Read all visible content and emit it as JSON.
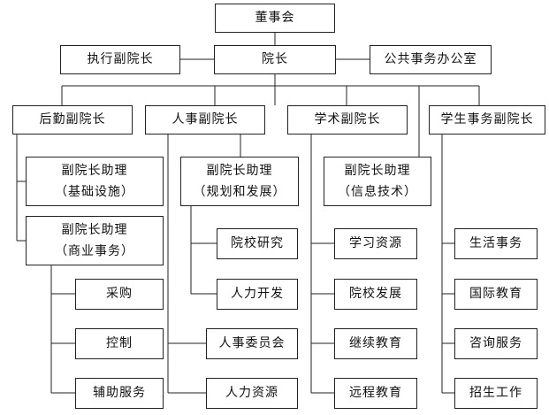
{
  "nodes": {
    "board": {
      "lines": [
        "董事会"
      ]
    },
    "exec_vp": {
      "lines": [
        "执行副院长"
      ]
    },
    "president": {
      "lines": [
        "院长"
      ]
    },
    "public_affairs": {
      "lines": [
        "公共事务办公室"
      ]
    },
    "vp_logistics": {
      "lines": [
        "后勤副院长"
      ]
    },
    "vp_hr": {
      "lines": [
        "人事副院长"
      ]
    },
    "vp_academic": {
      "lines": [
        "学术副院长"
      ]
    },
    "vp_student": {
      "lines": [
        "学生事务副院长"
      ]
    },
    "asst_infra": {
      "lines": [
        "副院长助理",
        "（基础设施）"
      ]
    },
    "asst_business": {
      "lines": [
        "副院长助理",
        "（商业事务）"
      ]
    },
    "asst_planning": {
      "lines": [
        "副院长助理",
        "（规划和发展）"
      ]
    },
    "asst_it": {
      "lines": [
        "副院长助理",
        "（信息技术）"
      ]
    },
    "procurement": {
      "lines": [
        "采购"
      ]
    },
    "control": {
      "lines": [
        "控制"
      ]
    },
    "aux_services": {
      "lines": [
        "辅助服务"
      ]
    },
    "school_research": {
      "lines": [
        "院校研究"
      ]
    },
    "hr_development": {
      "lines": [
        "人力开发"
      ]
    },
    "hr_committee": {
      "lines": [
        "人事委员会"
      ]
    },
    "hr_resources": {
      "lines": [
        "人力资源"
      ]
    },
    "learning_resources": {
      "lines": [
        "学习资源"
      ]
    },
    "school_development": {
      "lines": [
        "院校发展"
      ]
    },
    "continuing_ed": {
      "lines": [
        "继续教育"
      ]
    },
    "distance_ed": {
      "lines": [
        "远程教育"
      ]
    },
    "student_life": {
      "lines": [
        "生活事务"
      ]
    },
    "intl_ed": {
      "lines": [
        "国际教育"
      ]
    },
    "counseling": {
      "lines": [
        "咨询服务"
      ]
    },
    "admissions_jobs": {
      "lines": [
        "招生工作"
      ]
    }
  }
}
